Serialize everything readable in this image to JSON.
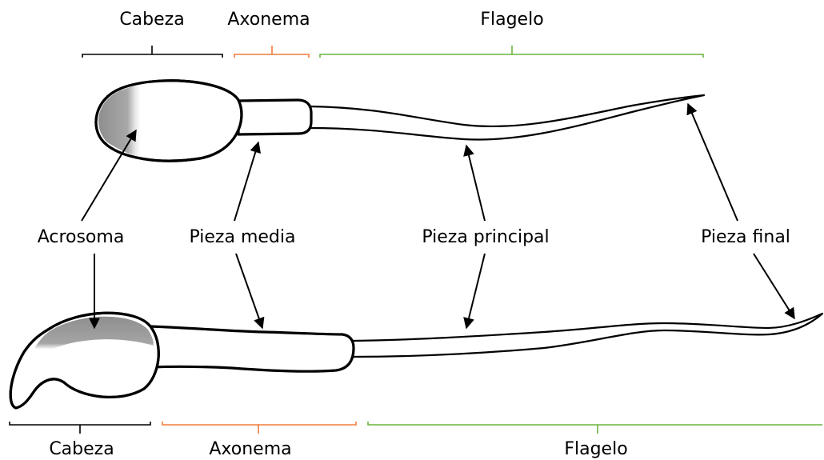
{
  "top_brackets": {
    "head": "Cabeza",
    "axoneme": "Axonema",
    "flagellum": "Flagelo"
  },
  "bottom_brackets": {
    "head": "Cabeza",
    "axoneme": "Axonema",
    "flagellum": "Flagelo"
  },
  "part_labels": {
    "acrosome": "Acrosoma",
    "midpiece": "Pieza media",
    "principal_piece": "Pieza principal",
    "end_piece": "Pieza final"
  },
  "colors": {
    "head_bracket": "#000000",
    "axoneme_bracket": "#f07c3c",
    "flagellum_bracket": "#6db33f",
    "acrosome_fill": "#8e8e8e",
    "outline": "#000000"
  }
}
